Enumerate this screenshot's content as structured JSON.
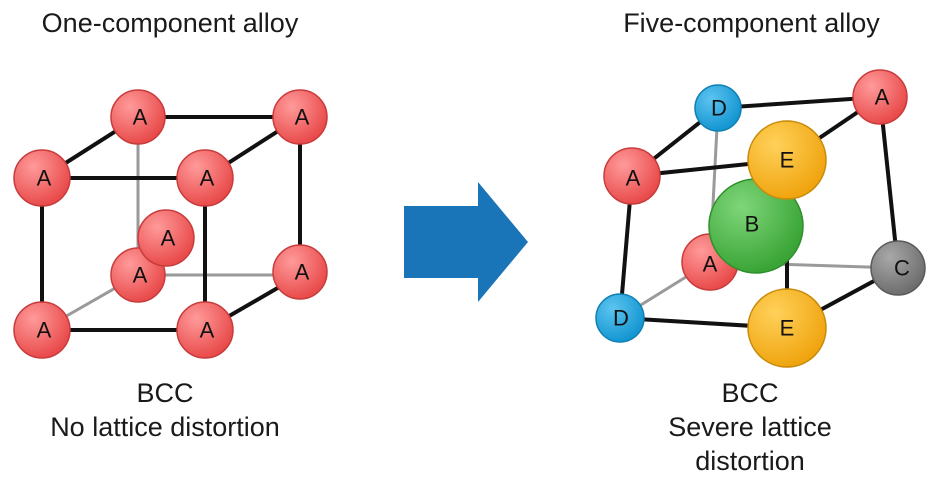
{
  "left": {
    "title": "One-component alloy",
    "caption_line1": "BCC",
    "caption_line2": "No lattice distortion"
  },
  "right": {
    "title": "Five-component alloy",
    "caption_line1": "BCC",
    "caption_line2": "Severe lattice",
    "caption_line3": "distortion"
  },
  "atoms": {
    "left_top_back_left": "A",
    "left_top_back_right": "A",
    "left_top_front_left": "A",
    "left_top_front_right": "A",
    "left_center": "A",
    "left_bottom_back_left": "A",
    "left_bottom_back_right": "A",
    "left_bottom_front_left": "A",
    "left_bottom_front_right": "A",
    "right_top_back_left": "D",
    "right_top_back_right": "A",
    "right_top_front_left": "A",
    "right_top_front_right": "E",
    "right_center": "B",
    "right_bottom_back_left": "A",
    "right_bottom_back_right": "C",
    "right_bottom_front_left": "D",
    "right_bottom_front_right": "E"
  },
  "colors": {
    "atom_A": "#f25a5a",
    "atom_B": "#4cb848",
    "atom_C": "#808080",
    "atom_D": "#1ea7e0",
    "atom_E": "#f7b21a",
    "arrow": "#1a74b8"
  }
}
